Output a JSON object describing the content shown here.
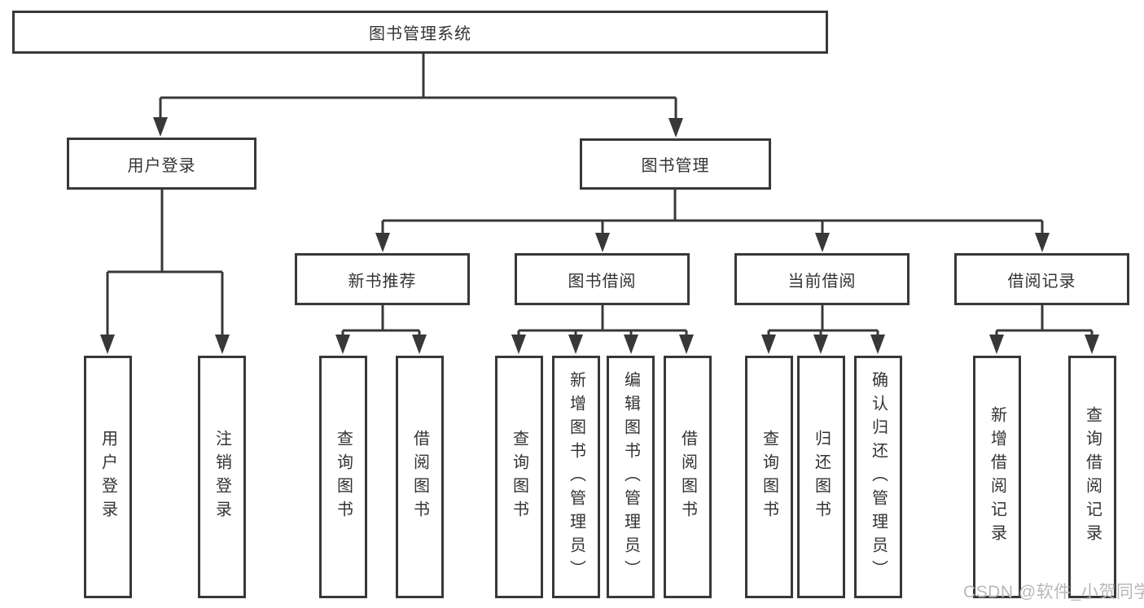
{
  "diagram": {
    "root": {
      "label": "图书管理系统"
    },
    "branch_user": {
      "label": "用户登录",
      "children": [
        {
          "label": "用户登录"
        },
        {
          "label": "注销登录"
        }
      ]
    },
    "branch_book": {
      "label": "图书管理",
      "children": [
        {
          "label": "新书推荐",
          "children": [
            {
              "label": "查询图书"
            },
            {
              "label": "借阅图书"
            }
          ]
        },
        {
          "label": "图书借阅",
          "children": [
            {
              "label": "查询图书"
            },
            {
              "label": "新增图书（管理员）"
            },
            {
              "label": "编辑图书（管理员）"
            },
            {
              "label": "借阅图书"
            }
          ]
        },
        {
          "label": "当前借阅",
          "children": [
            {
              "label": "查询图书"
            },
            {
              "label": "归还图书"
            },
            {
              "label": "确认归还（管理员）"
            }
          ]
        },
        {
          "label": "借阅记录",
          "children": [
            {
              "label": "新增借阅记录"
            },
            {
              "label": "查询借阅记录"
            }
          ]
        }
      ]
    },
    "colors": {
      "line": "#383838",
      "text": "#333333",
      "background": "#ffffff",
      "watermark_color": "#b8b8b8"
    }
  },
  "watermark": {
    "text": "CSDN @软件_小贺同学"
  }
}
